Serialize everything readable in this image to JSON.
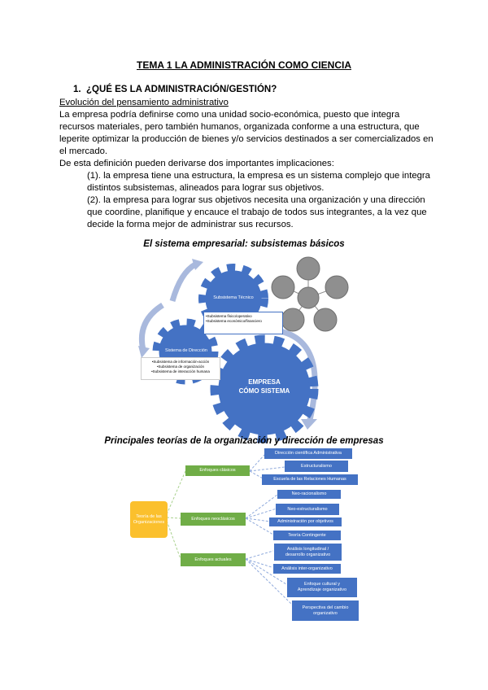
{
  "title": "TEMA 1 LA ADMINISTRACIÓN COMO CIENCIA",
  "section": {
    "number": "1.",
    "heading": "¿QUÉ ES LA ADMINISTRACIÓN/GESTIÓN?"
  },
  "subheading": "Evolución del pensamiento administrativo",
  "paragraph_lines": [
    "La empresa podría definirse como una unidad socio-económica, puesto que integra",
    "recursos materiales, pero también humanos, organizada conforme a una estructura, que",
    "leperite optimizar la producción de bienes y/o servicios destinados a ser comercializados en",
    "el mercado.",
    "De esta definición pueden derivarse dos importantes implicaciones:"
  ],
  "item_lines": [
    "(1). la empresa tiene una estructura, la empresa es un sistema complejo que integra",
    "distintos subsistemas, alineados para lograr sus objetivos.",
    "(2). la empresa para lograr sus objetivos necesita una organización y una dirección",
    "que coordine, planifique y encauce el trabajo de todos sus integrantes, a la vez que",
    "decide la forma mejor de administrar sus recursos."
  ],
  "figure1": {
    "caption": "El sistema empresarial: subsistemas básicos",
    "main_gear": [
      "EMPRESA",
      "CÓMO SISTEMA"
    ],
    "gear_tecnico": "Subsistema Técnico",
    "gear_direccion": "Sistema de Dirección",
    "tecnico_items": [
      "•Subsistema físico/operativo",
      "•Subsistema económico/financiero"
    ],
    "direccion_items": [
      "•Subsistema de información-acción",
      "•Subsistema de organización",
      "•Subsistema de interacción humana"
    ],
    "colors": {
      "gear": "#4472c4",
      "arrow": "#a9b9dd",
      "circle": "#8c8c8c"
    }
  },
  "figure2": {
    "caption": "Principales teorías de la organización y dirección de empresas",
    "root": "Teoría de las Organizaciones",
    "branches": [
      {
        "label": "Enfoques clásicos",
        "leaves": [
          "Dirección científica Administrativa",
          "Estructuralismo",
          "Escuela de las Relaciones Humanas"
        ]
      },
      {
        "label": "Enfoques neoclásicos",
        "leaves": [
          "Neo-racionalismo",
          "Neo-estructuralismo",
          "Administración por objetivos",
          "Teoría Contingente"
        ]
      },
      {
        "label": "Enfoques actuales",
        "leaves": [
          "Análisis longitudinal / desarrollo organizativo",
          "Análisis inter-organizativo",
          "Enfoque cultural y Aprendizaje organizativo",
          "Perspectiva del cambio organizativo"
        ]
      }
    ],
    "colors": {
      "root": "#fbc02d",
      "branch": "#70ad47",
      "leaf": "#4472c4"
    }
  }
}
